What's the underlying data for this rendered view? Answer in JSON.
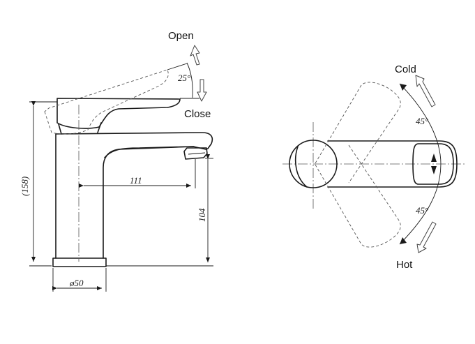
{
  "side_view": {
    "label_open": "Open",
    "label_close": "Close",
    "angle": "25°",
    "dim_total_height": "(158)",
    "dim_spout_reach": "111",
    "dim_spout_height": "104",
    "dim_base_diameter": "ø50"
  },
  "top_view": {
    "label_cold": "Cold",
    "label_hot": "Hot",
    "angle_cold": "45°",
    "angle_hot": "45°"
  },
  "colors": {
    "line": "#1a1a1a",
    "background": "#ffffff"
  }
}
